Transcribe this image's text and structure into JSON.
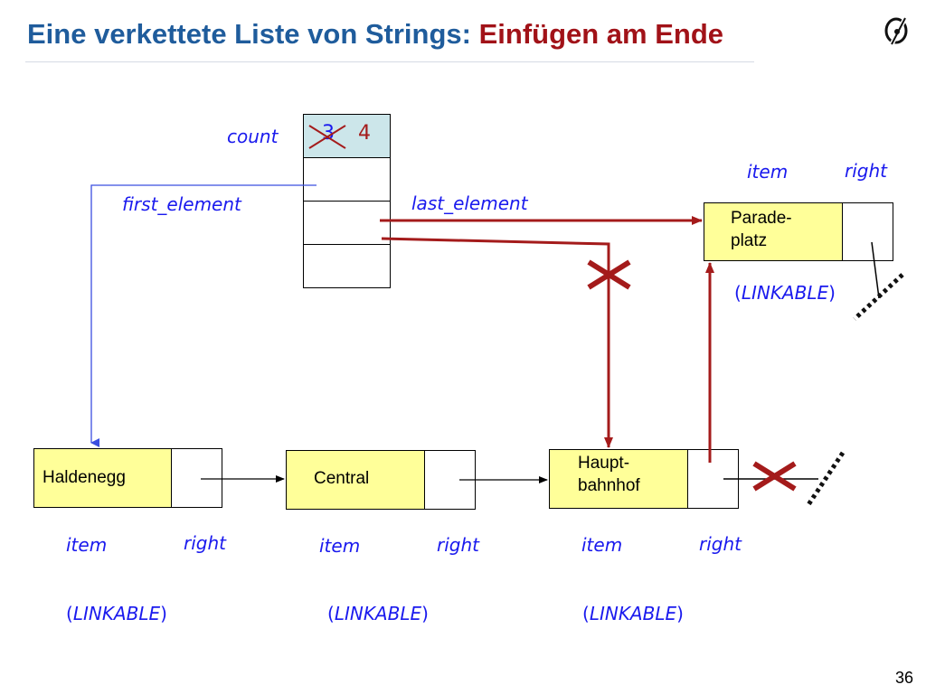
{
  "title": {
    "main": "Eine verkettete Liste von Strings",
    "separator": ":",
    "highlight": " Einfügen am Ende"
  },
  "colors": {
    "title_blue": "#1f5c9c",
    "title_red": "#a11218",
    "label_blue": "#1a1aee",
    "arrow_red": "#a41b1b",
    "link_blue": "#3b4fe0",
    "item_fill": "#ffff99",
    "count_fill": "#cce6ea",
    "dots_color": "#111111"
  },
  "header_object": {
    "count_label": "count",
    "count_old": "3",
    "count_new": "4",
    "first_element_label": "first_element",
    "last_element_label": "last_element"
  },
  "nodes": [
    {
      "item_text": "Haldenegg",
      "item_label": "item",
      "right_label": "right",
      "type_paren_open": "(",
      "type_name": "LINKABLE",
      "type_paren_close": ")"
    },
    {
      "item_text": "Central",
      "item_label": "item",
      "right_label": "right",
      "type_paren_open": "(",
      "type_name": "LINKABLE",
      "type_paren_close": ")"
    },
    {
      "item_text": "Haupt-\nbahnhof",
      "item_label": "item",
      "right_label": "right",
      "type_paren_open": "(",
      "type_name": "LINKABLE",
      "type_paren_close": ")"
    },
    {
      "item_text": "Parade-\nplatz",
      "item_label": "item",
      "right_label": "right",
      "type_paren_open": "(",
      "type_name": "LINKABLE",
      "type_paren_close": ")"
    }
  ],
  "page_number": "36",
  "icons": {
    "logo": "eiffel-logo-icon",
    "cross": "cross-out-icon",
    "void": "void-reference-icon"
  }
}
